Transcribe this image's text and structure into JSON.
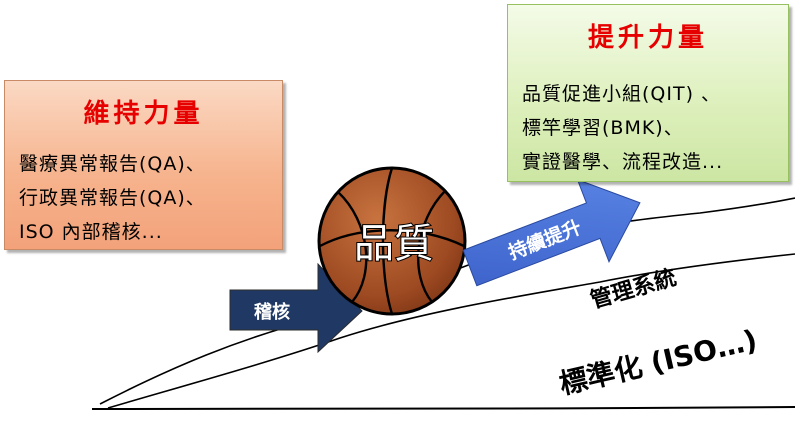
{
  "maintain_box": {
    "title": "維持力量",
    "lines": [
      "醫療異常報告(QA)、",
      "行政異常報告(QA)、",
      "ISO 內部稽核..."
    ]
  },
  "improve_box": {
    "title": "提升力量",
    "lines": [
      "品質促進小組(QIT) 、",
      "標竿學習(BMK)、",
      "實證醫學、流程改造..."
    ]
  },
  "ball_label": "品質",
  "audit_arrow_label": "稽核",
  "improve_arrow_label": "持續提升",
  "upper_slope_label": "管理系統",
  "lower_slope_label": "標準化 (ISO…)",
  "colors": {
    "ball": "#a4542a",
    "audit_arrow": "#1f3864",
    "improve_arrow": "#3e63c9",
    "title_red": "#e60000"
  }
}
